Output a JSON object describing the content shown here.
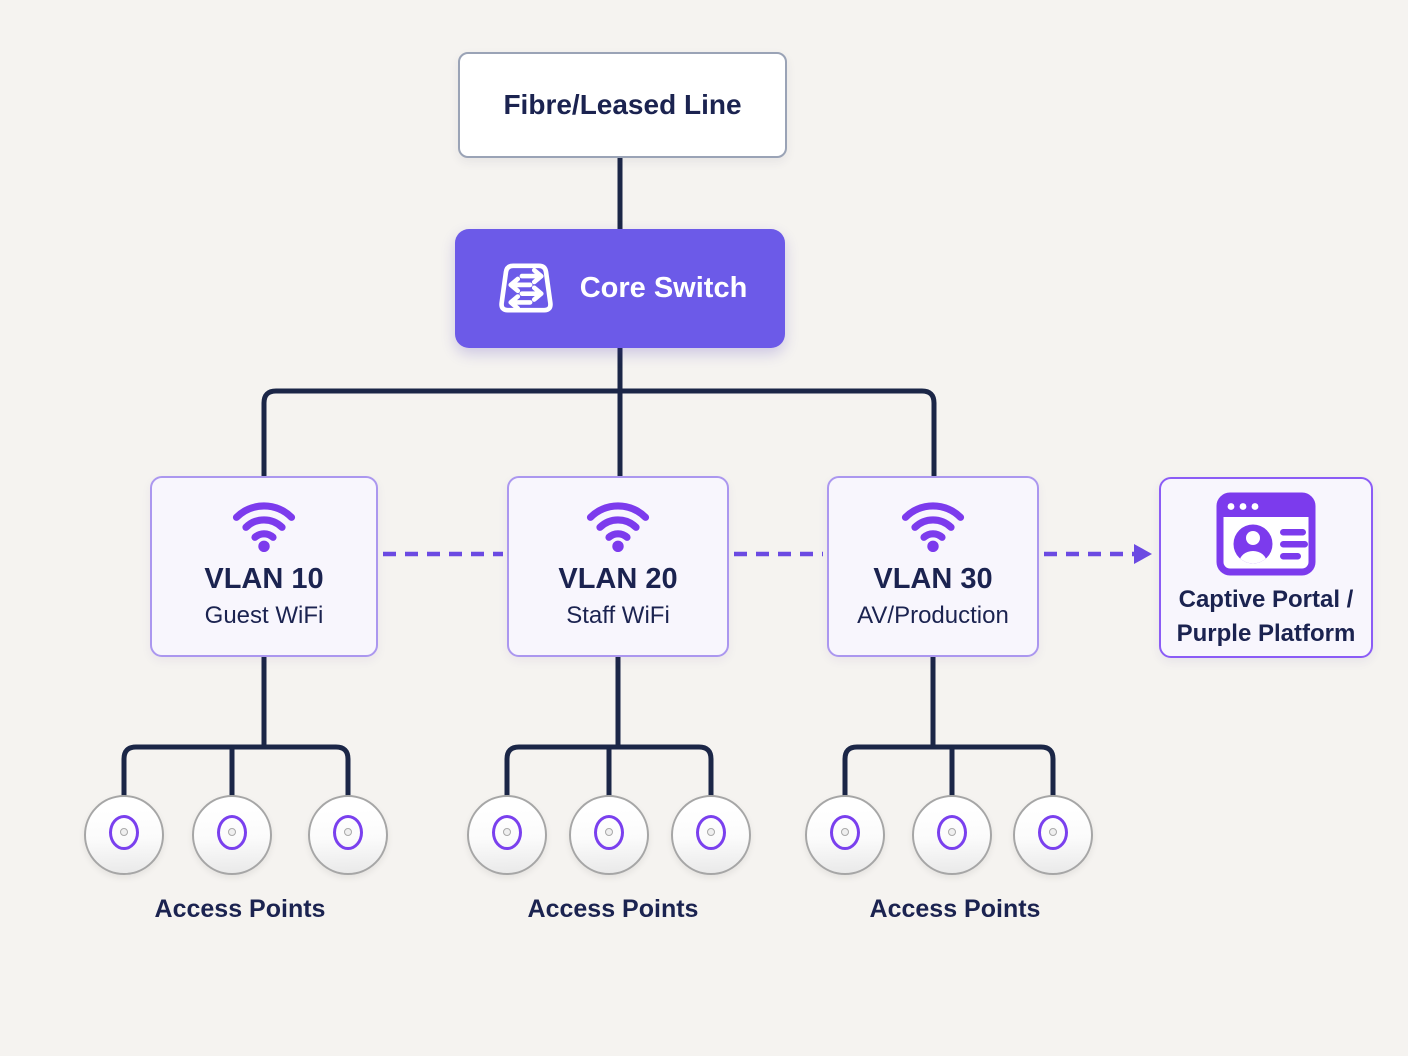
{
  "internet": {
    "label": "Fibre/Leased Line"
  },
  "core_switch": {
    "label": "Core Switch",
    "icon": "switch-icon"
  },
  "vlans": [
    {
      "title": "VLAN 10",
      "subtitle": "Guest WiFi",
      "icon": "wifi-icon"
    },
    {
      "title": "VLAN 20",
      "subtitle": "Staff WiFi",
      "icon": "wifi-icon"
    },
    {
      "title": "VLAN 30",
      "subtitle": "AV/Production",
      "icon": "wifi-icon"
    }
  ],
  "portal": {
    "line1": "Captive Portal /",
    "line2": "Purple Platform",
    "icon": "captive-portal-icon"
  },
  "ap_groups": [
    {
      "label": "Access Points",
      "ap_count": 3
    },
    {
      "label": "Access Points",
      "ap_count": 3
    },
    {
      "label": "Access Points",
      "ap_count": 3
    }
  ],
  "colors": {
    "background": "#f5f3f0",
    "ink": "#1b2350",
    "line": "#1b2647",
    "accent_purple": "#6c5ae8",
    "icon_purple": "#7c3bed",
    "vlan_border": "#ab97ef",
    "vlan_bg": "#f8f6fd",
    "portal_border": "#8b5cf6",
    "dashed_line": "#6b4ae2",
    "internet_border": "#9aa3b6"
  }
}
